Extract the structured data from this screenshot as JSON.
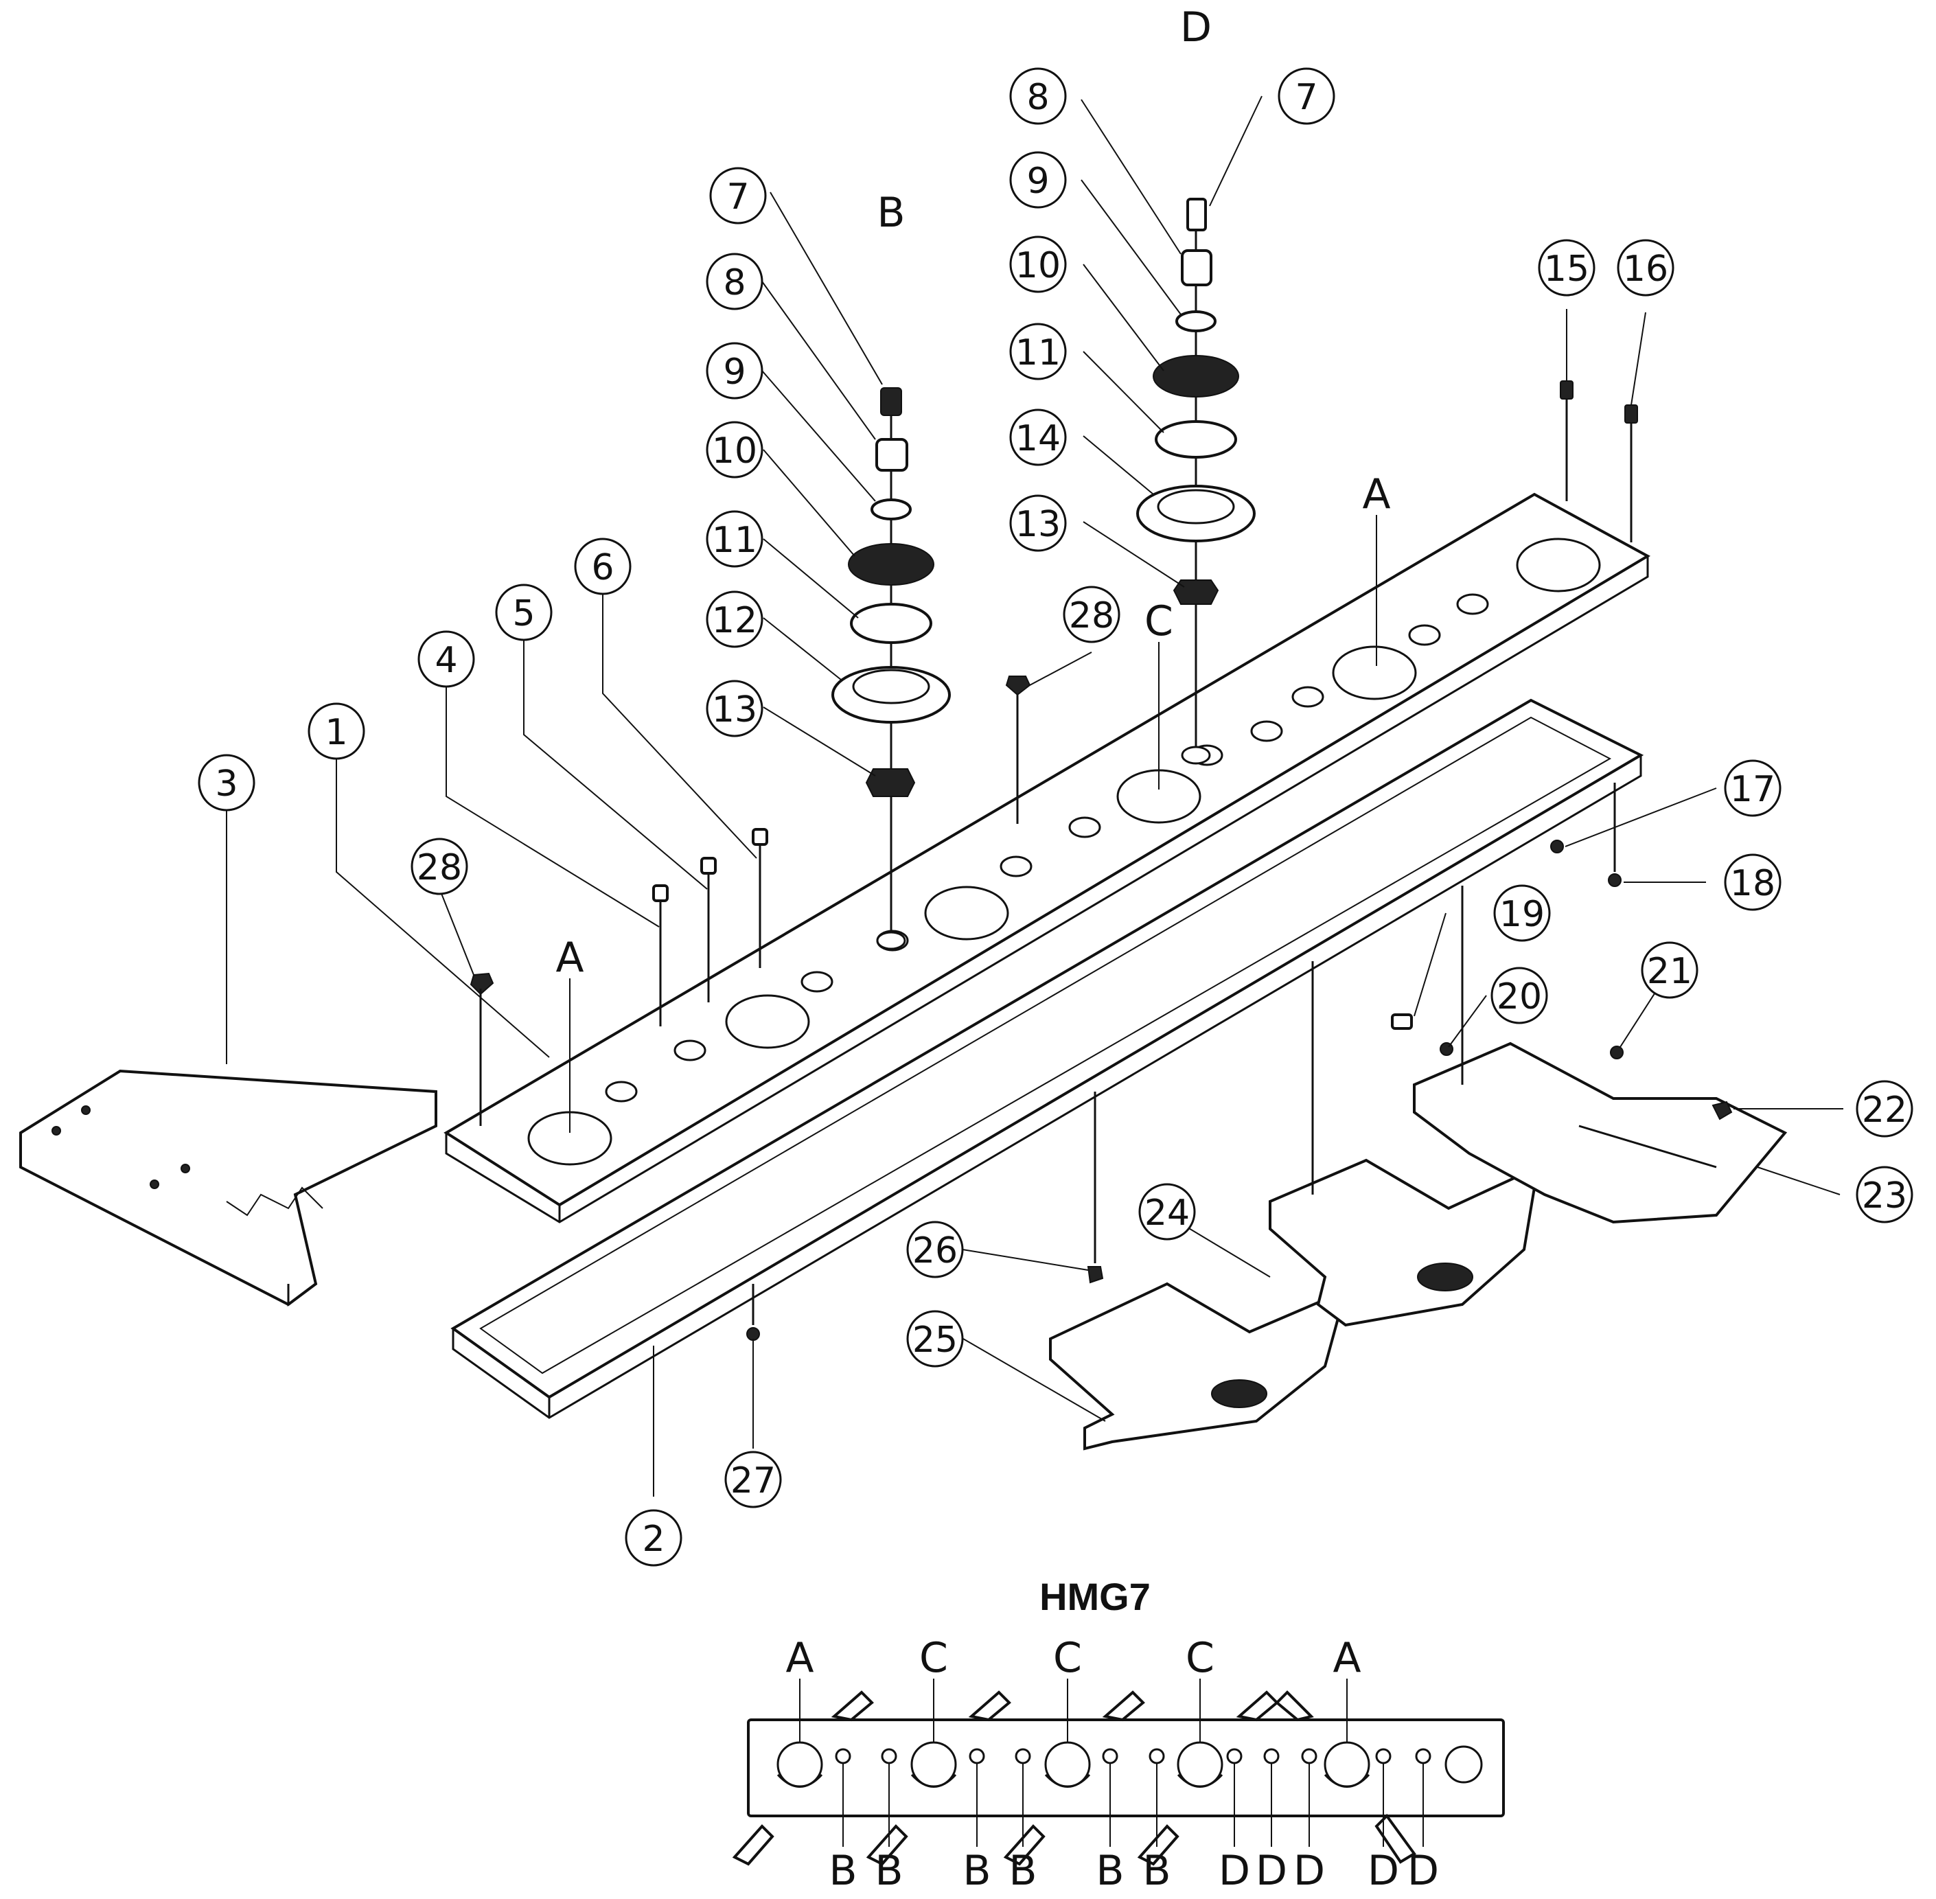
{
  "diagram": {
    "title": "HMG7",
    "callouts": [
      {
        "id": "c3",
        "label": "3"
      },
      {
        "id": "c1",
        "label": "1"
      },
      {
        "id": "c28a",
        "label": "28"
      },
      {
        "id": "c4",
        "label": "4"
      },
      {
        "id": "c5",
        "label": "5"
      },
      {
        "id": "c6",
        "label": "6"
      },
      {
        "id": "c7a",
        "label": "7"
      },
      {
        "id": "c8a",
        "label": "8"
      },
      {
        "id": "c9a",
        "label": "9"
      },
      {
        "id": "c10a",
        "label": "10"
      },
      {
        "id": "c11a",
        "label": "11"
      },
      {
        "id": "c12",
        "label": "12"
      },
      {
        "id": "c13a",
        "label": "13"
      },
      {
        "id": "c28b",
        "label": "28"
      },
      {
        "id": "c8b",
        "label": "8"
      },
      {
        "id": "c7b",
        "label": "7"
      },
      {
        "id": "c9b",
        "label": "9"
      },
      {
        "id": "c10b",
        "label": "10"
      },
      {
        "id": "c11b",
        "label": "11"
      },
      {
        "id": "c14",
        "label": "14"
      },
      {
        "id": "c13b",
        "label": "13"
      },
      {
        "id": "c15",
        "label": "15"
      },
      {
        "id": "c16",
        "label": "16"
      },
      {
        "id": "c17",
        "label": "17"
      },
      {
        "id": "c18",
        "label": "18"
      },
      {
        "id": "c19",
        "label": "19"
      },
      {
        "id": "c20",
        "label": "20"
      },
      {
        "id": "c21",
        "label": "21"
      },
      {
        "id": "c22",
        "label": "22"
      },
      {
        "id": "c23",
        "label": "23"
      },
      {
        "id": "c24",
        "label": "24"
      },
      {
        "id": "c26",
        "label": "26"
      },
      {
        "id": "c25",
        "label": "25"
      },
      {
        "id": "c27",
        "label": "27"
      },
      {
        "id": "c2",
        "label": "2"
      }
    ],
    "letters": [
      {
        "id": "lB",
        "label": "B"
      },
      {
        "id": "lD",
        "label": "D"
      },
      {
        "id": "lA1",
        "label": "A"
      },
      {
        "id": "lA2",
        "label": "A"
      },
      {
        "id": "lC",
        "label": "C"
      }
    ]
  },
  "layout_diagram": {
    "top_labels": [
      "A",
      "C",
      "C",
      "C",
      "A"
    ],
    "bottom_labels": [
      "B",
      "B",
      "B",
      "B",
      "B",
      "B",
      "D",
      "D",
      "D",
      "D",
      "D"
    ]
  }
}
